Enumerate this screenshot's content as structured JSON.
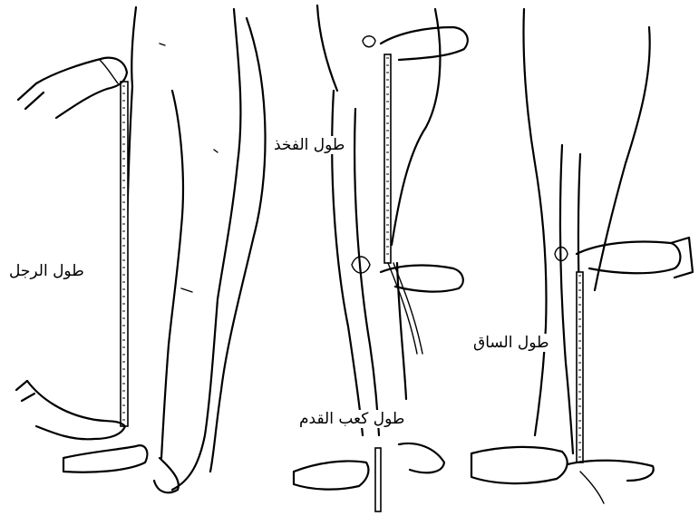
{
  "panels": [
    {
      "id": "leg-length",
      "label": "طول الرجل"
    },
    {
      "id": "thigh-length",
      "label": "طول الفخذ"
    },
    {
      "id": "ankle-length",
      "label": "طول كعب القدم"
    },
    {
      "id": "shank-length",
      "label": "طول الساق"
    }
  ],
  "labels": {
    "leg": "طول الرجل",
    "thigh": "طول الفخذ",
    "ankle": "طول كعب القدم",
    "shank": "طول الساق"
  }
}
